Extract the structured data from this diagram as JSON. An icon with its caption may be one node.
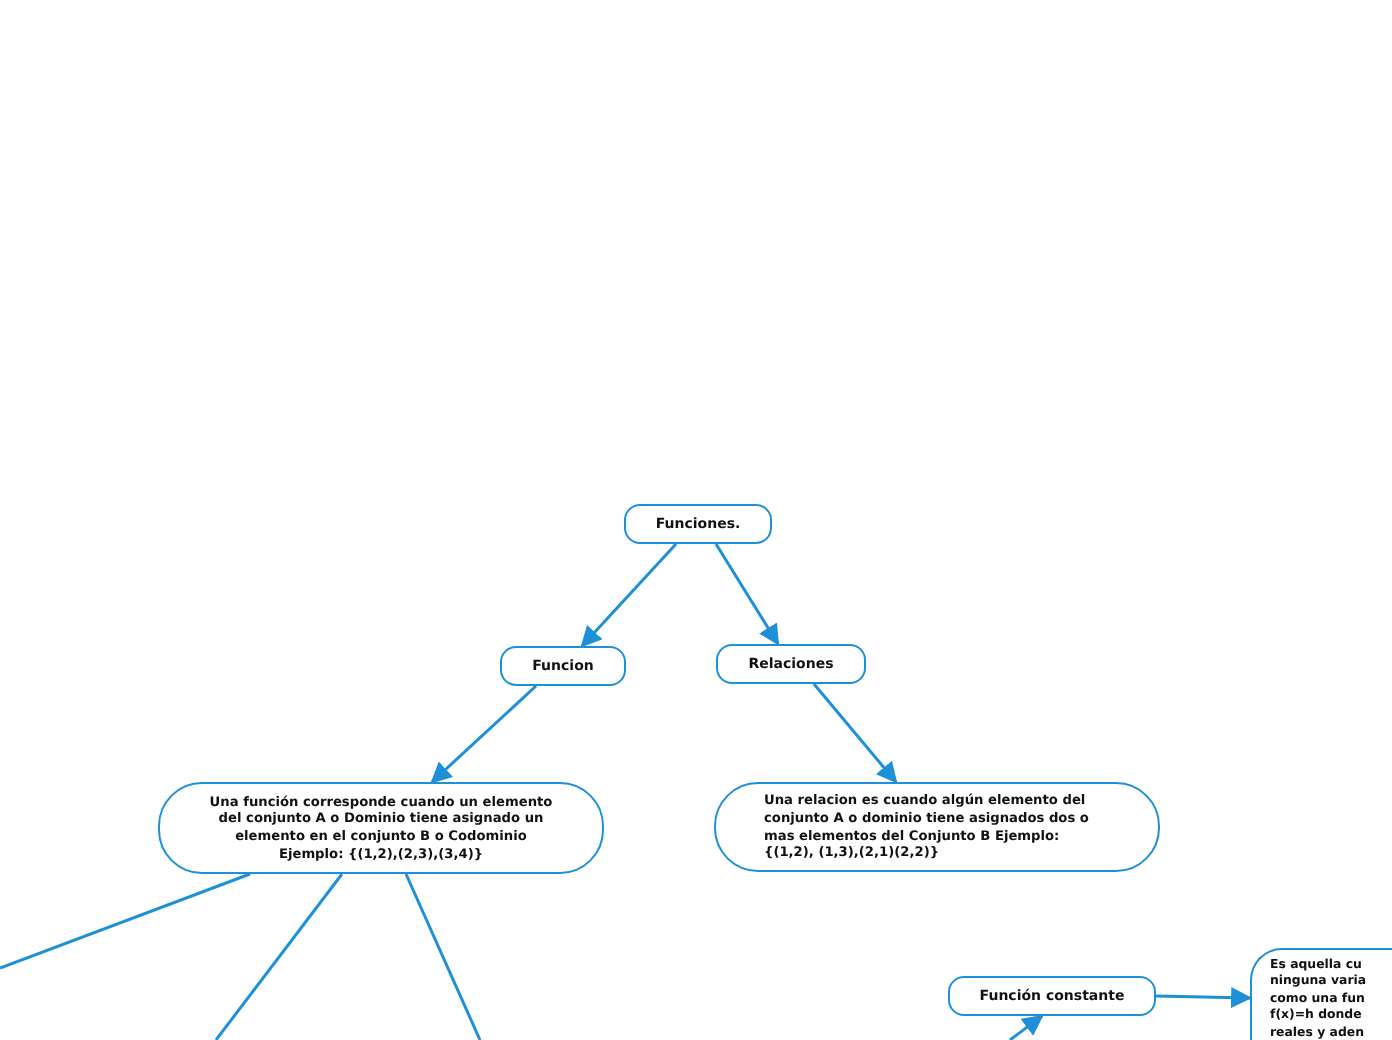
{
  "diagram": {
    "nodes": [
      {
        "text": [
          "Funciones."
        ]
      },
      {
        "text": [
          "Funcion"
        ]
      },
      {
        "text": [
          "Relaciones"
        ]
      },
      {
        "text": [
          "Una función corresponde cuando un elemento del conjunto A o Dominio tiene asignado un elemento en el conjunto B o Codominio Ejemplo: {(1,2),(2,3),(3,4)}"
        ]
      },
      {
        "text": [
          "Una relacion es cuando algún elemento del conjunto A o dominio tiene asignados dos o mas elementos del Conjunto B Ejemplo: {(1,2), (1,3),(2,1)(2,2)}"
        ]
      },
      {
        "text": [
          "Función constante"
        ]
      },
      {
        "text": [
          "Es aquella cu ninguna varia como una fun f(x)=h donde reales y aden"
        ]
      }
    ],
    "edges": [
      {
        "from": 0,
        "to": 1,
        "arrow": "to"
      },
      {
        "from": 0,
        "to": 2,
        "arrow": "to"
      },
      {
        "from": 1,
        "to": 3,
        "arrow": "to"
      },
      {
        "from": 2,
        "to": 4,
        "arrow": "to"
      },
      {
        "from": 3,
        "to": null,
        "arrow": "none"
      },
      {
        "from": 3,
        "to": null,
        "arrow": "none"
      },
      {
        "from": 3,
        "to": null,
        "arrow": "none"
      },
      {
        "from": null,
        "to": 5,
        "arrow": "to"
      },
      {
        "from": 5,
        "to": 6,
        "arrow": "to"
      }
    ]
  }
}
